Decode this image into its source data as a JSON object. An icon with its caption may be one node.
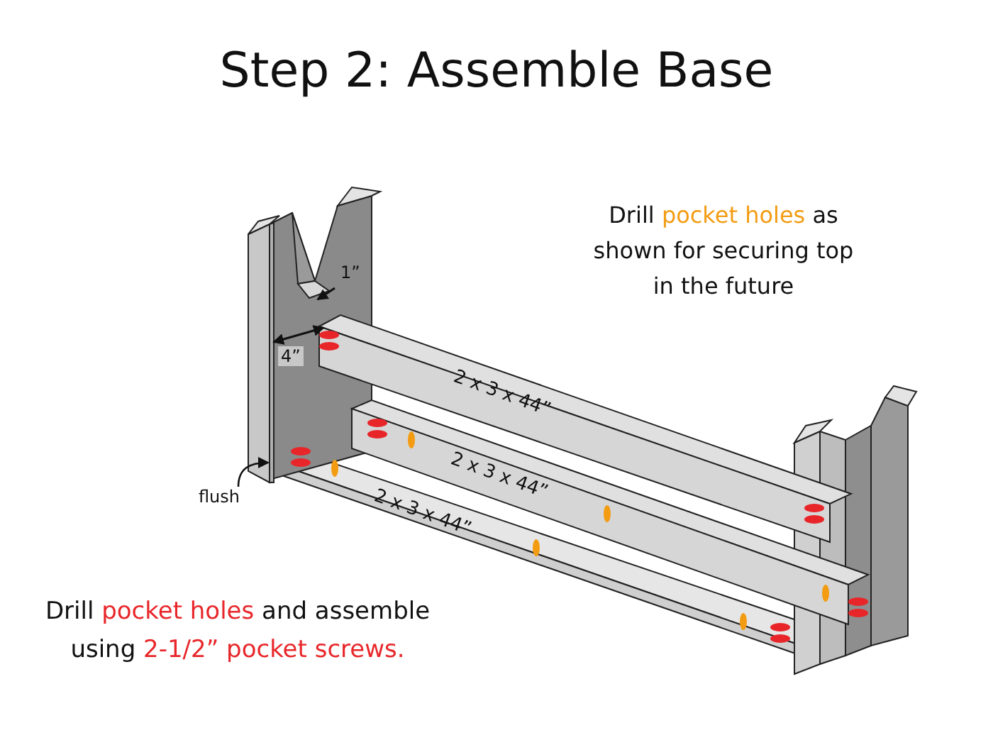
{
  "diagram": {
    "title": "Step 2: Assemble Base",
    "nodes": [
      {
        "text": [
          "flush"
        ]
      },
      {
        "text": [],
        "shape": "box"
      }
    ],
    "edges": [
      {
        "from": 0,
        "to": 1,
        "arrow": "to"
      }
    ],
    "labels": [
      "Drill pocket holes as shown for securing top in the future",
      "1”",
      "4”",
      "2 x 3 x 44”",
      "2 x 3 x 44”",
      "2 x 3 x 44”",
      "Drill pocket holes and assemble using 2-1/2” pocket screws."
    ]
  }
}
